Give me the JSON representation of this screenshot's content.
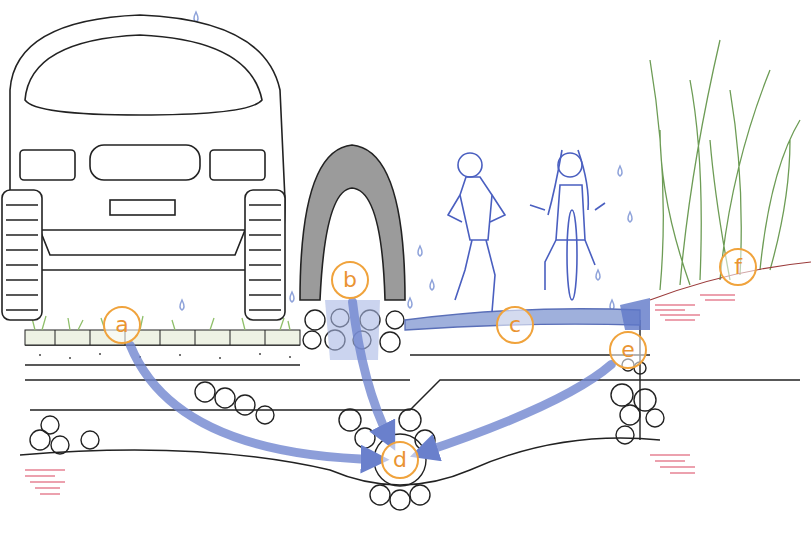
{
  "diagram": {
    "nodes": [
      {
        "text": [
          "a"
        ]
      },
      {
        "text": [
          "b"
        ]
      },
      {
        "text": [
          "c"
        ]
      },
      {
        "text": [
          "d"
        ]
      },
      {
        "text": [
          "e"
        ]
      },
      {
        "text": [
          "f"
        ]
      }
    ],
    "edges": [
      {
        "from": 0,
        "to": 3,
        "arrow": "to"
      },
      {
        "from": 1,
        "to": 3,
        "arrow": "to"
      },
      {
        "from": 4,
        "to": 3,
        "arrow": "to"
      }
    ]
  }
}
